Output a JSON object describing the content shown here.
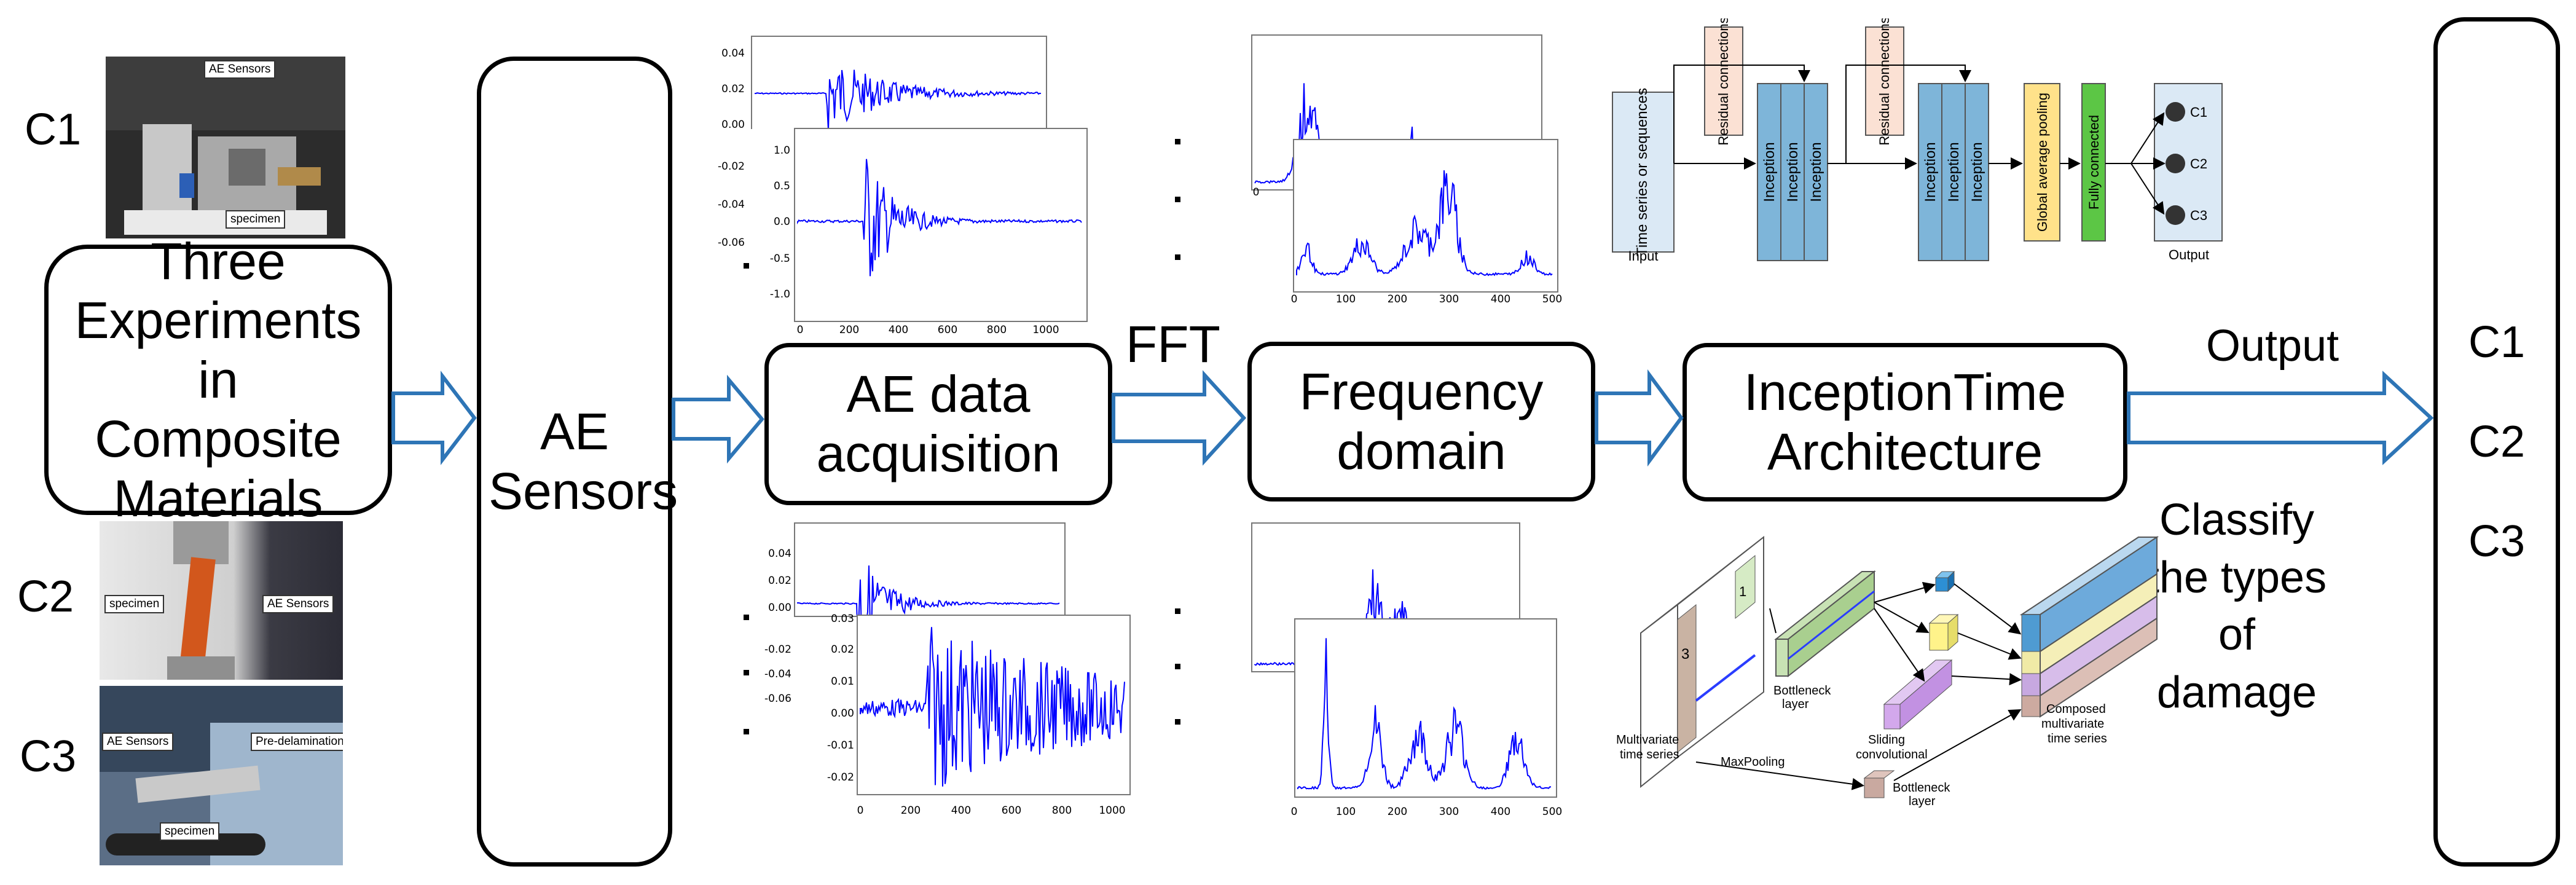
{
  "labels": {
    "c1": "C1",
    "c2": "C2",
    "c3": "C3",
    "experiments": "Three Experiments in Composite Materials",
    "ae_sensors": "AE Sensors",
    "acquisition": "AE data acquisition",
    "fft": "FFT",
    "frequency": "Frequency domain",
    "inception": "InceptionTime Architecture",
    "output": "Output",
    "classify": "Classify the types of damage"
  },
  "output_classes": [
    "C1",
    "C2",
    "C3"
  ],
  "photos": {
    "c1": {
      "tag1": "AE Sensors",
      "tag2": "specimen"
    },
    "c2": {
      "tag1": "specimen",
      "tag2": "AE Sensors"
    },
    "c3": {
      "tag1": "AE Sensors",
      "tag2": "Pre-delamination",
      "tag3": "specimen"
    }
  },
  "plots": {
    "top_back_y": [
      "0.04",
      "0.02",
      "0.00"
    ],
    "top_front_y": [
      "1.0",
      "0.5",
      "0.0",
      "-0.5",
      "-1.0"
    ],
    "top_back_side_y": [
      "-0.02",
      "-0.04",
      "-0.06"
    ],
    "top_front_x": [
      "0",
      "200",
      "400",
      "600",
      "800",
      "1000"
    ],
    "bottom_back_y": [
      "0.04",
      "0.02",
      "0.00"
    ],
    "bottom_side_y": [
      "-0.02",
      "-0.04",
      "-0.06"
    ],
    "bottom_front_y": [
      "0.03",
      "0.02",
      "0.01",
      "0.00",
      "-0.01",
      "-0.02"
    ],
    "bottom_front_x": [
      "0",
      "200",
      "400",
      "600",
      "800",
      "1000"
    ],
    "freq_x": [
      "0",
      "100",
      "200",
      "300",
      "400",
      "500"
    ],
    "freq_back_x": [
      "0"
    ]
  },
  "arch_top": {
    "input": "Time series or sequences",
    "input_caption": "Input",
    "residual": "Residual connections",
    "inception": "Inception",
    "gap": "Global average pooling",
    "fc": "Fully connected",
    "outputs": [
      "C1",
      "C2",
      "C3"
    ],
    "output_caption": "Output"
  },
  "arch_bottom": {
    "mts": "Multivariate time series",
    "bottleneck": "Bottleneck layer",
    "maxpool": "MaxPooling",
    "sliding": "Sliding convolutional",
    "bottleneck2": "Bottleneck layer",
    "composed": "Composed multivariate time series",
    "num3": "3",
    "num1": "1"
  },
  "colors": {
    "arrow_stroke": "#2e75b6",
    "signal": "#0000ff",
    "inception_fill": "#7eb5d9",
    "residual_fill": "#fbe1d4",
    "gap_fill": "#ffe28a",
    "fc_fill": "#5cc645",
    "input_fill": "#dbe9f5"
  }
}
